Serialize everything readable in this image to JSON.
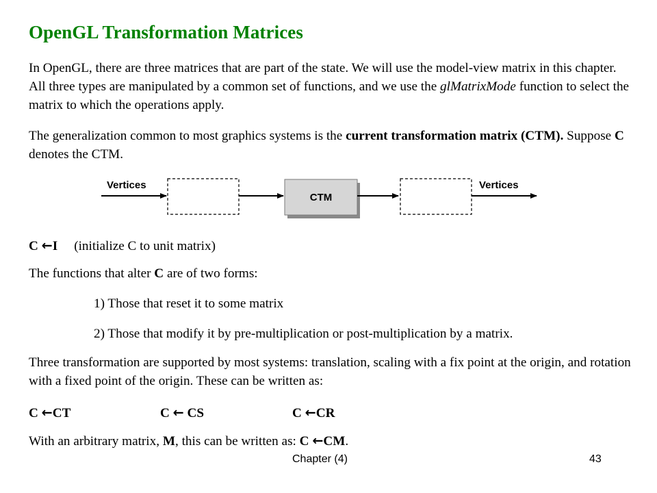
{
  "title": "OpenGL Transformation Matrices",
  "para1": {
    "text1": "In OpenGL, there are three matrices that are part of the state.  We will use the model-view matrix in this chapter.  All three types are manipulated by a common set of functions, and we use the ",
    "emphasis": "glMatrixMode",
    "text2": " function to select the matrix to which the operations apply."
  },
  "para2": {
    "text1": "The generalization common to most graphics systems is the ",
    "bold": "current transformation matrix (CTM).",
    "text2": "  Suppose ",
    "c_bold": "C",
    "text3": " denotes the CTM."
  },
  "diagram": {
    "input_label": "Vertices",
    "ctm_label": "CTM",
    "output_label": "Vertices"
  },
  "init": {
    "lhs": "C",
    "arrow": "←",
    "rhs": "I",
    "note": "(initialize C to unit matrix)"
  },
  "forms": {
    "text1": "The functions that alter ",
    "c_bold": "C",
    "text2": " are of two forms:"
  },
  "item1": "1) Those that reset it to some matrix",
  "item2": "2) Those that modify it by pre-multiplication or post-multiplication by a matrix.",
  "para3": "Three transformation are supported by most systems: translation, scaling with a fix point at the origin, and rotation with a fixed point of the origin. These can be written as:",
  "equations": [
    {
      "lhs": "C",
      "arrow": "←",
      "rhs": "CT"
    },
    {
      "lhs": "C",
      "arrow": "←",
      "rhs": " CS"
    },
    {
      "lhs": "C",
      "arrow": "←",
      "rhs": "CR"
    }
  ],
  "last": {
    "text1": "With an arbitrary matrix, ",
    "m_bold": "M",
    "text2": ", this can be written as: ",
    "eq_lhs": "C",
    "eq_arrow": "←",
    "eq_rhs": "CM",
    "text3": "."
  },
  "footer": {
    "chapter": "Chapter (4)",
    "page": "43"
  }
}
